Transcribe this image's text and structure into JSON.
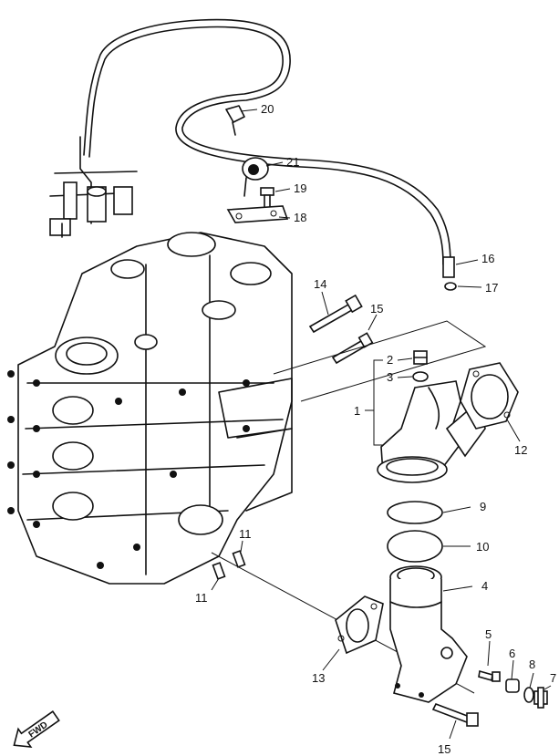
{
  "callouts": {
    "p1": "1",
    "p2": "2",
    "p3": "3",
    "p4": "4",
    "p5": "5",
    "p6": "6",
    "p7": "7",
    "p8": "8",
    "p9": "9",
    "p10": "10",
    "p11a": "11",
    "p11b": "11",
    "p12": "12",
    "p13": "13",
    "p14": "14",
    "p15a": "15",
    "p15b": "15",
    "p16": "16",
    "p17": "17",
    "p18": "18",
    "p19": "19",
    "p20": "20",
    "p21": "21"
  },
  "fwd_label": "FWD"
}
